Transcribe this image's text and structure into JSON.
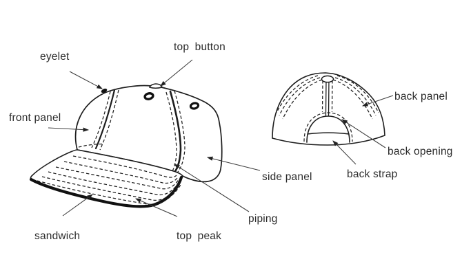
{
  "diagram": {
    "subject": "baseball cap anatomy",
    "views": [
      "side view",
      "back view"
    ]
  },
  "labels": {
    "eyelet": "eyelet",
    "top_button": "top button",
    "front_panel": "front panel",
    "side_panel": "side panel",
    "piping": "piping",
    "sandwich": "sandwich",
    "top_peak": "top peak",
    "back_panel": "back panel",
    "back_opening": "back opening",
    "back_strap": "back strap"
  },
  "colors": {
    "background": "#ffffff",
    "line": "#1d1d1d",
    "text": "#2b2b2b",
    "leader": "#3d3d3d"
  }
}
